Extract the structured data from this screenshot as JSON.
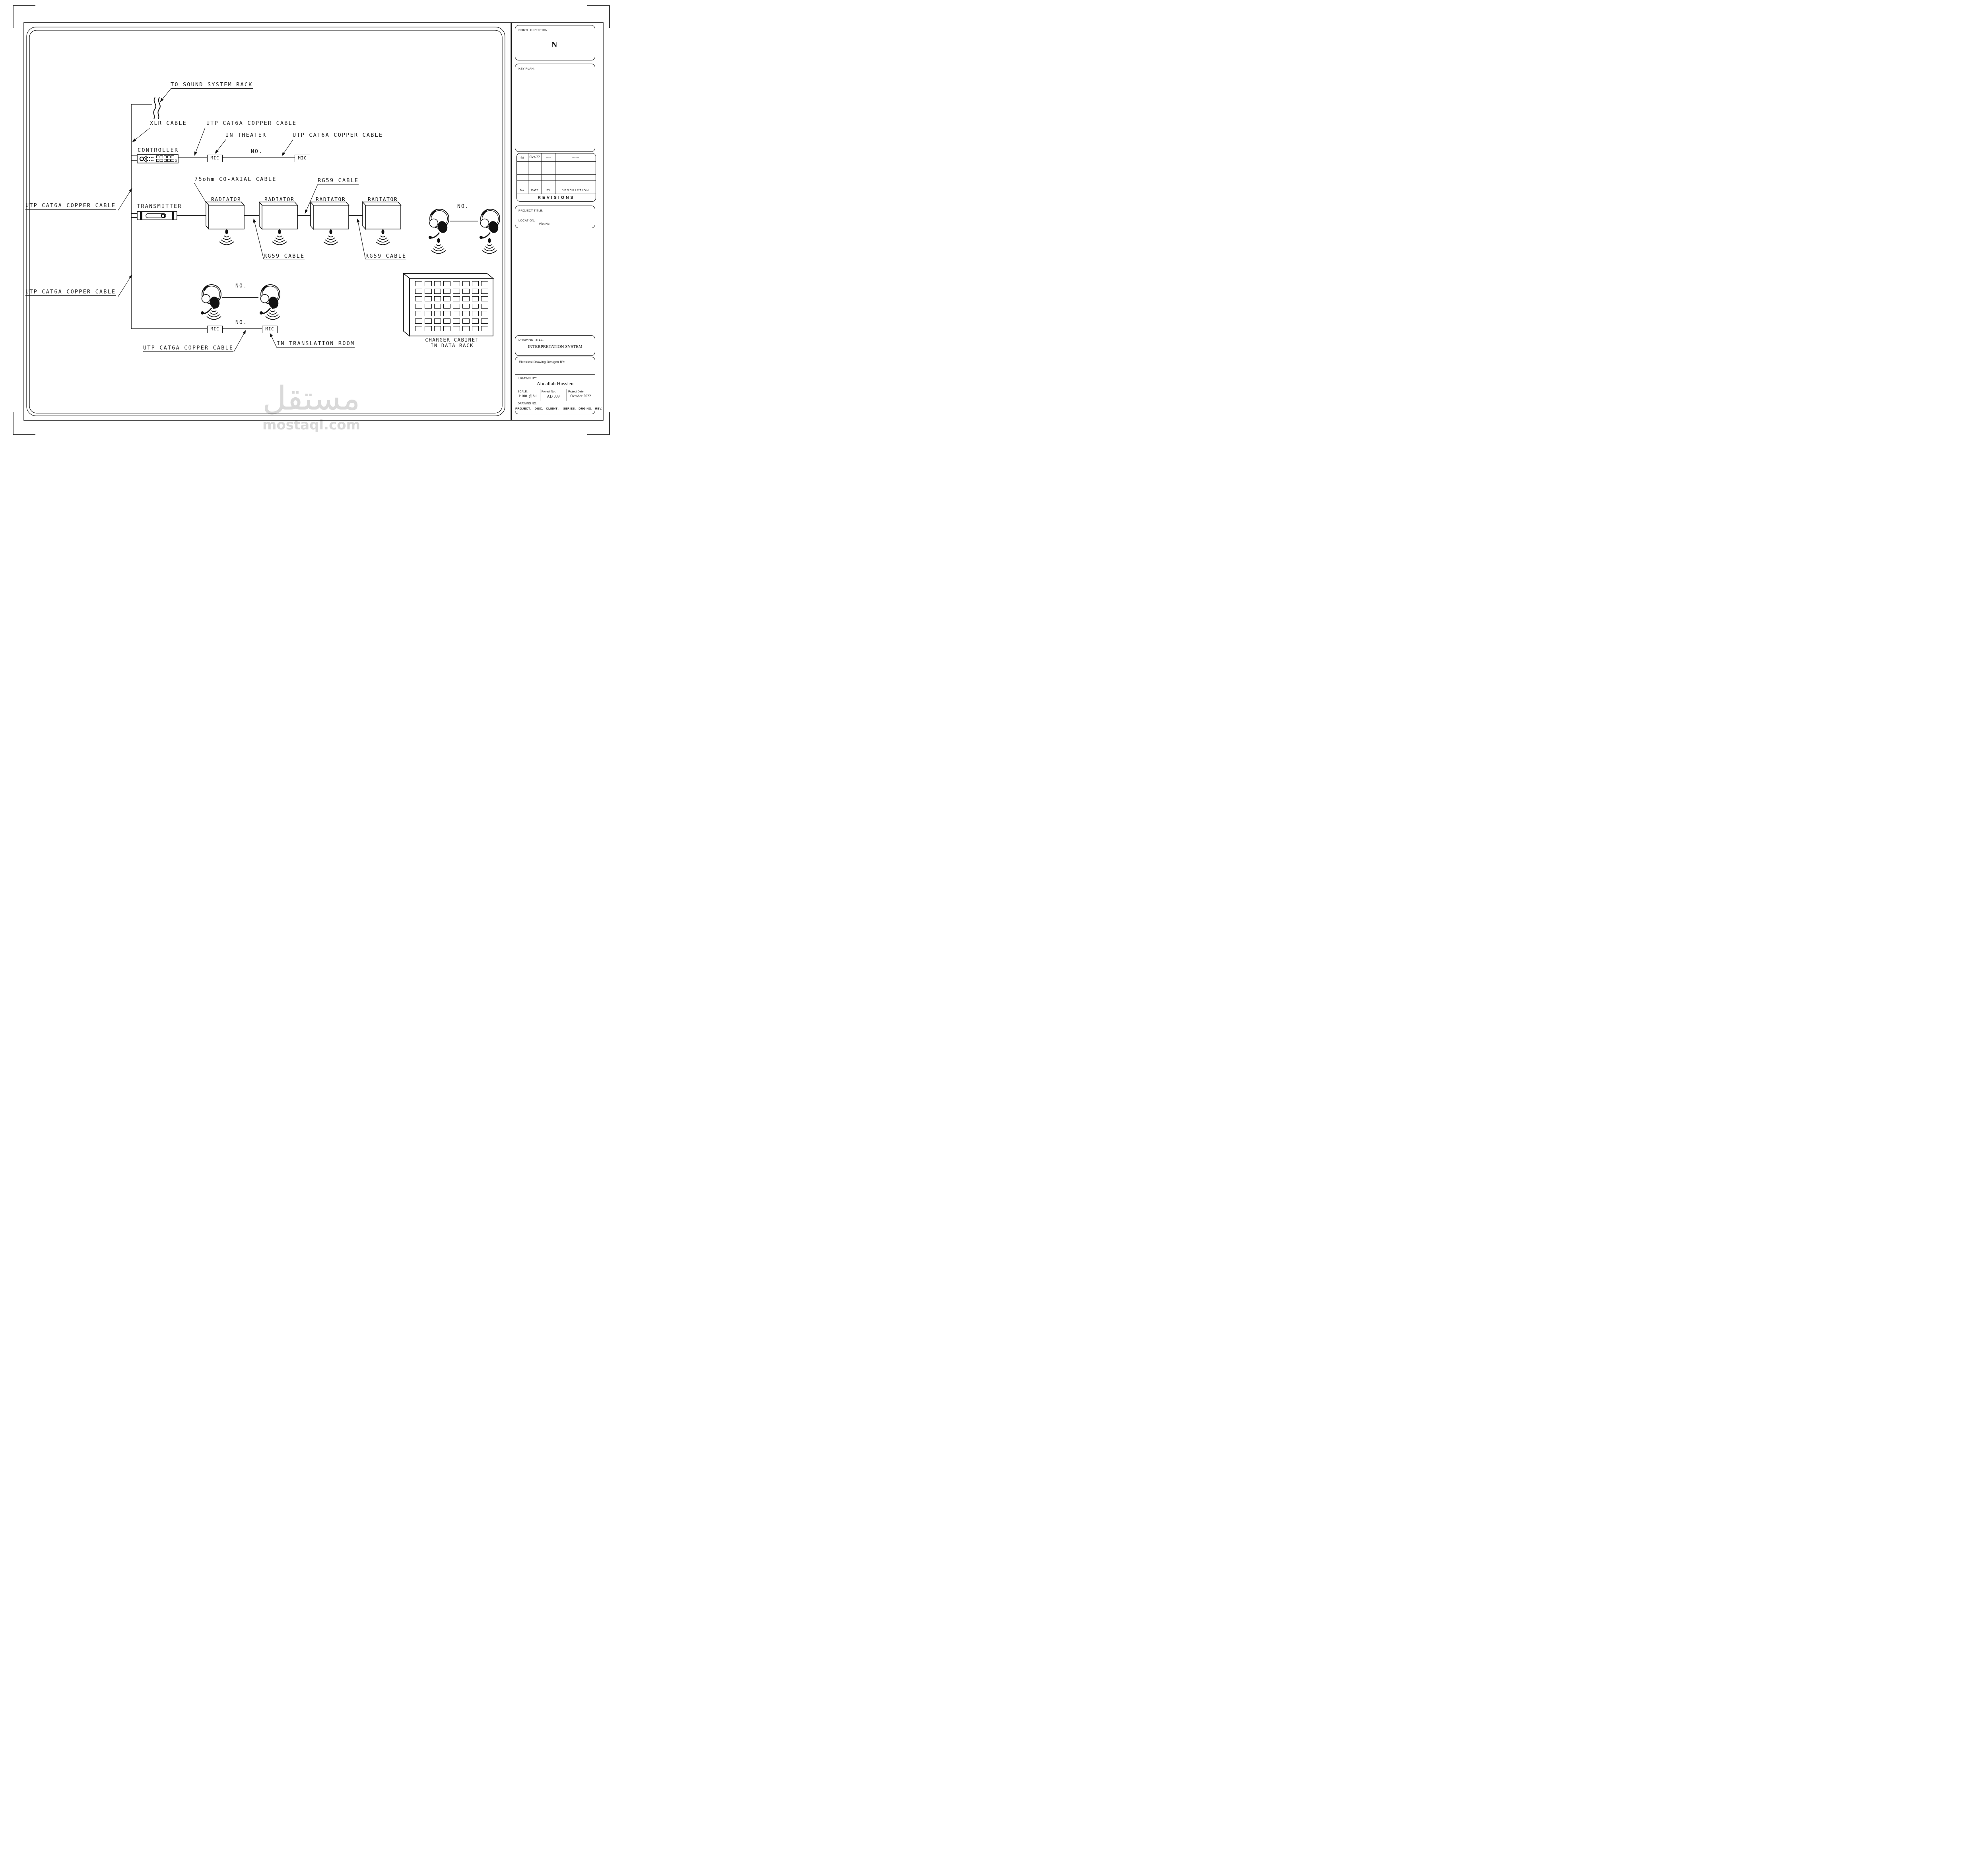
{
  "drawing": {
    "annotations": {
      "to_sound_system_rack": "TO SOUND SYSTEM RACK",
      "xlr_cable": "XLR CABLE",
      "utp_cat6a_copper_cable": "UTP CAT6A COPPER CABLE",
      "in_theater": "IN THEATER",
      "no_abbrev": "NO.",
      "coaxial_cable_75ohm": "75ohm CO-AXIAL CABLE",
      "rg59_cable": "RG59 CABLE",
      "in_translation_room": "IN TRANSLATION ROOM"
    },
    "devices": {
      "controller": "CONTROLLER",
      "transmitter": "TRANSMITTER",
      "radiator": "RADIATOR",
      "mic": "MIC",
      "charger_cabinet_line1": "CHARGER CABINET",
      "charger_cabinet_line2": "IN DATA RACK"
    }
  },
  "titleblock": {
    "north_direction_label": "NORTH DIRECTION",
    "north_letter": "N",
    "key_plan_label": "KEY PLAN:",
    "revisions": {
      "values_row": {
        "no": "##",
        "date": "Oct-22",
        "by": "----",
        "description": "------"
      },
      "header_row": {
        "no": "No.",
        "date": "DATE",
        "by": "BY",
        "description": "DESCRIPTION"
      },
      "title": "REVISIONS"
    },
    "project_title_label": "PROJECT TITLE:",
    "location_label": "LOCATION:",
    "plot_no": "Plot No.",
    "drawing_title_label": "DRAWING TITLE...",
    "drawing_title_value": "INTERPRETATION SYSTEM",
    "designed_by_label": "Electrical Drawing Desigen BY:",
    "drawn_by_label": "DRAWN BY:",
    "drawn_by_value": "Abdallah Hussien",
    "scale_label": "SCALE:",
    "scale_value": "1:100  @A1",
    "project_no_label": "Project No.:",
    "project_no_value": "AD 009",
    "project_date_label": "Project Date:",
    "project_date_value": "October 2022",
    "drawing_no_label": "DRAWING NO.",
    "drawing_no_fields": "PROJECT.    DISC.   CLIENT .    SERIES.   DRG NO.   REV."
  },
  "watermark": {
    "arabic": "مستقل",
    "site": "mostaql.com"
  }
}
